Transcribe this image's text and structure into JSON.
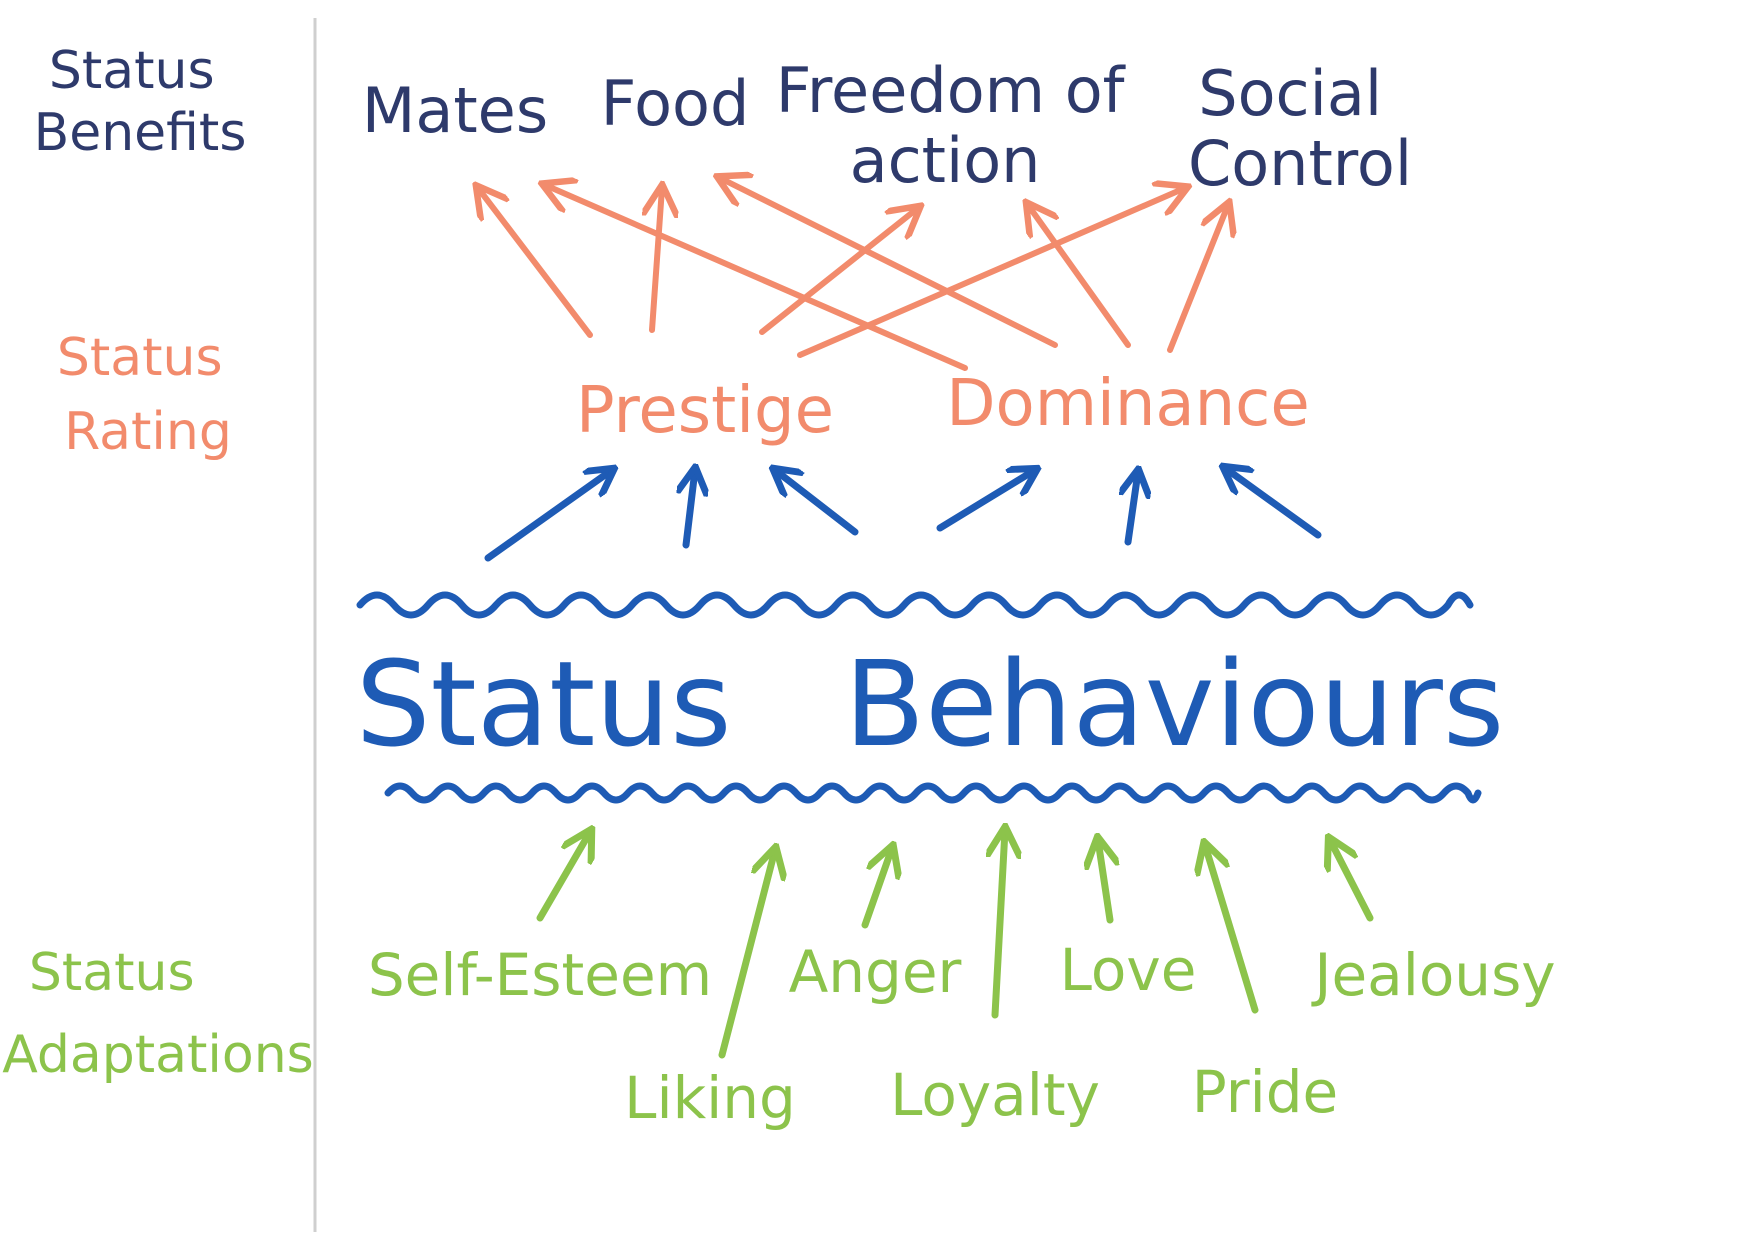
{
  "colors": {
    "benefits": "#2e3a6b",
    "rating": "#f28b6c",
    "behaviours": "#1e5bb5",
    "adaptations": "#8cc34b",
    "divider": "#cfcfcf"
  },
  "side_labels": {
    "benefits": [
      "Status",
      "Benefits"
    ],
    "rating": [
      "Status",
      "Rating"
    ],
    "adaptations": [
      "Status",
      "Adaptations"
    ]
  },
  "benefits": {
    "mates": [
      "Mates"
    ],
    "food": [
      "Food"
    ],
    "freedom": [
      "Freedom of",
      "action"
    ],
    "social": [
      "Social",
      "Control"
    ]
  },
  "ratings": {
    "prestige": "Prestige",
    "dominance": "Dominance"
  },
  "behaviours": "Status   Behaviours",
  "adaptations": {
    "self_esteem": "Self-Esteem",
    "anger": "Anger",
    "love": "Love",
    "jealousy": "Jealousy",
    "liking": "Liking",
    "loyalty": "Loyalty",
    "pride": "Pride"
  }
}
